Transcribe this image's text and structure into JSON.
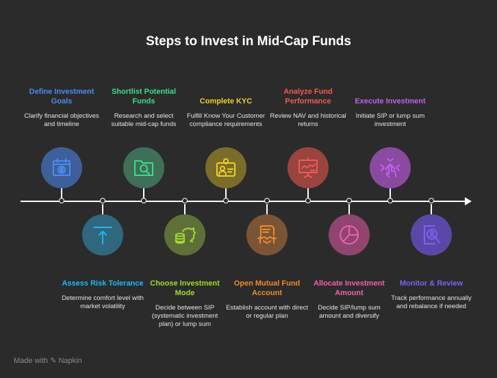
{
  "title": "Steps to Invest in Mid-Cap Funds",
  "footer": "Made with ✎ Napkin",
  "steps": [
    {
      "title": "Define Investment Goals",
      "desc": "Clarify financial objectives and timeline",
      "icon": "calendar-dollar-icon",
      "color": "#4a8cf0",
      "bg": "#3f5f9a"
    },
    {
      "title": "Assess Risk Tolerance",
      "desc": "Determine comfort level with market volatility",
      "icon": "arrow-up-limit-icon",
      "color": "#22b8f0",
      "bg": "#2f687e"
    },
    {
      "title": "Shortlist Potential Funds",
      "desc": "Research and select suitable mid-cap funds",
      "icon": "folder-search-icon",
      "color": "#3ddc8c",
      "bg": "#3f6f58"
    },
    {
      "title": "Choose Investment Mode",
      "desc": "Decide between SIP (systematic investment plan) or lump sum",
      "icon": "piggy-bank-icon",
      "color": "#a0d830",
      "bg": "#5e7038"
    },
    {
      "title": "Complete KYC",
      "desc": "Fulfill Know Your Customer compliance requirements",
      "icon": "id-badge-icon",
      "color": "#f0d020",
      "bg": "#7a6d2a"
    },
    {
      "title": "Open Mutual Fund Account",
      "desc": "Establish account with direct or regular plan",
      "icon": "contract-handshake-icon",
      "color": "#f08a30",
      "bg": "#7a5535"
    },
    {
      "title": "Analyze Fund Performance",
      "desc": "Review NAV and historical returns",
      "icon": "presentation-chart-icon",
      "color": "#f05a55",
      "bg": "#9a4440"
    },
    {
      "title": "Allocate Investment Amount",
      "desc": "Decide SIP/lump sum amount and diversify",
      "icon": "pie-chart-icon",
      "color": "#f060b0",
      "bg": "#8f4570"
    },
    {
      "title": "Execute Investment",
      "desc": "Initiate SIP or lump sum investment",
      "icon": "tap-icon",
      "color": "#c060f0",
      "bg": "#8a4aa0"
    },
    {
      "title": "Monitor & Review",
      "desc": "Track performance annually and rebalance if needed",
      "icon": "user-search-icon",
      "color": "#8060f0",
      "bg": "#5a48a8"
    }
  ]
}
